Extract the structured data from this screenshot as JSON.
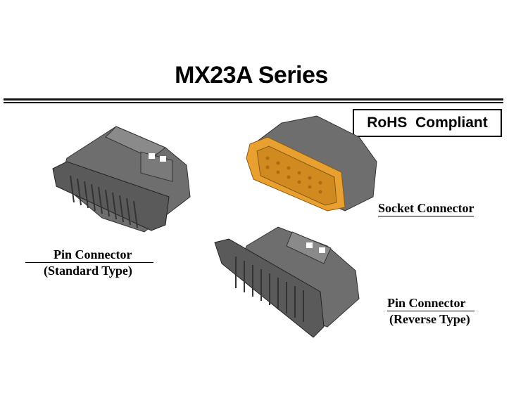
{
  "title": "MX23A Series",
  "badge": "RoHS  Compliant",
  "captions": {
    "pin_standard_line1": "Pin Connector",
    "pin_standard_line2": "(Standard Type)",
    "socket": "Socket Connector",
    "pin_reverse_line1": "Pin Connector",
    "pin_reverse_line2": "(Reverse Type)"
  },
  "colors": {
    "body": "#6b6b6b",
    "seal": "#e8a030",
    "text": "#000000"
  }
}
